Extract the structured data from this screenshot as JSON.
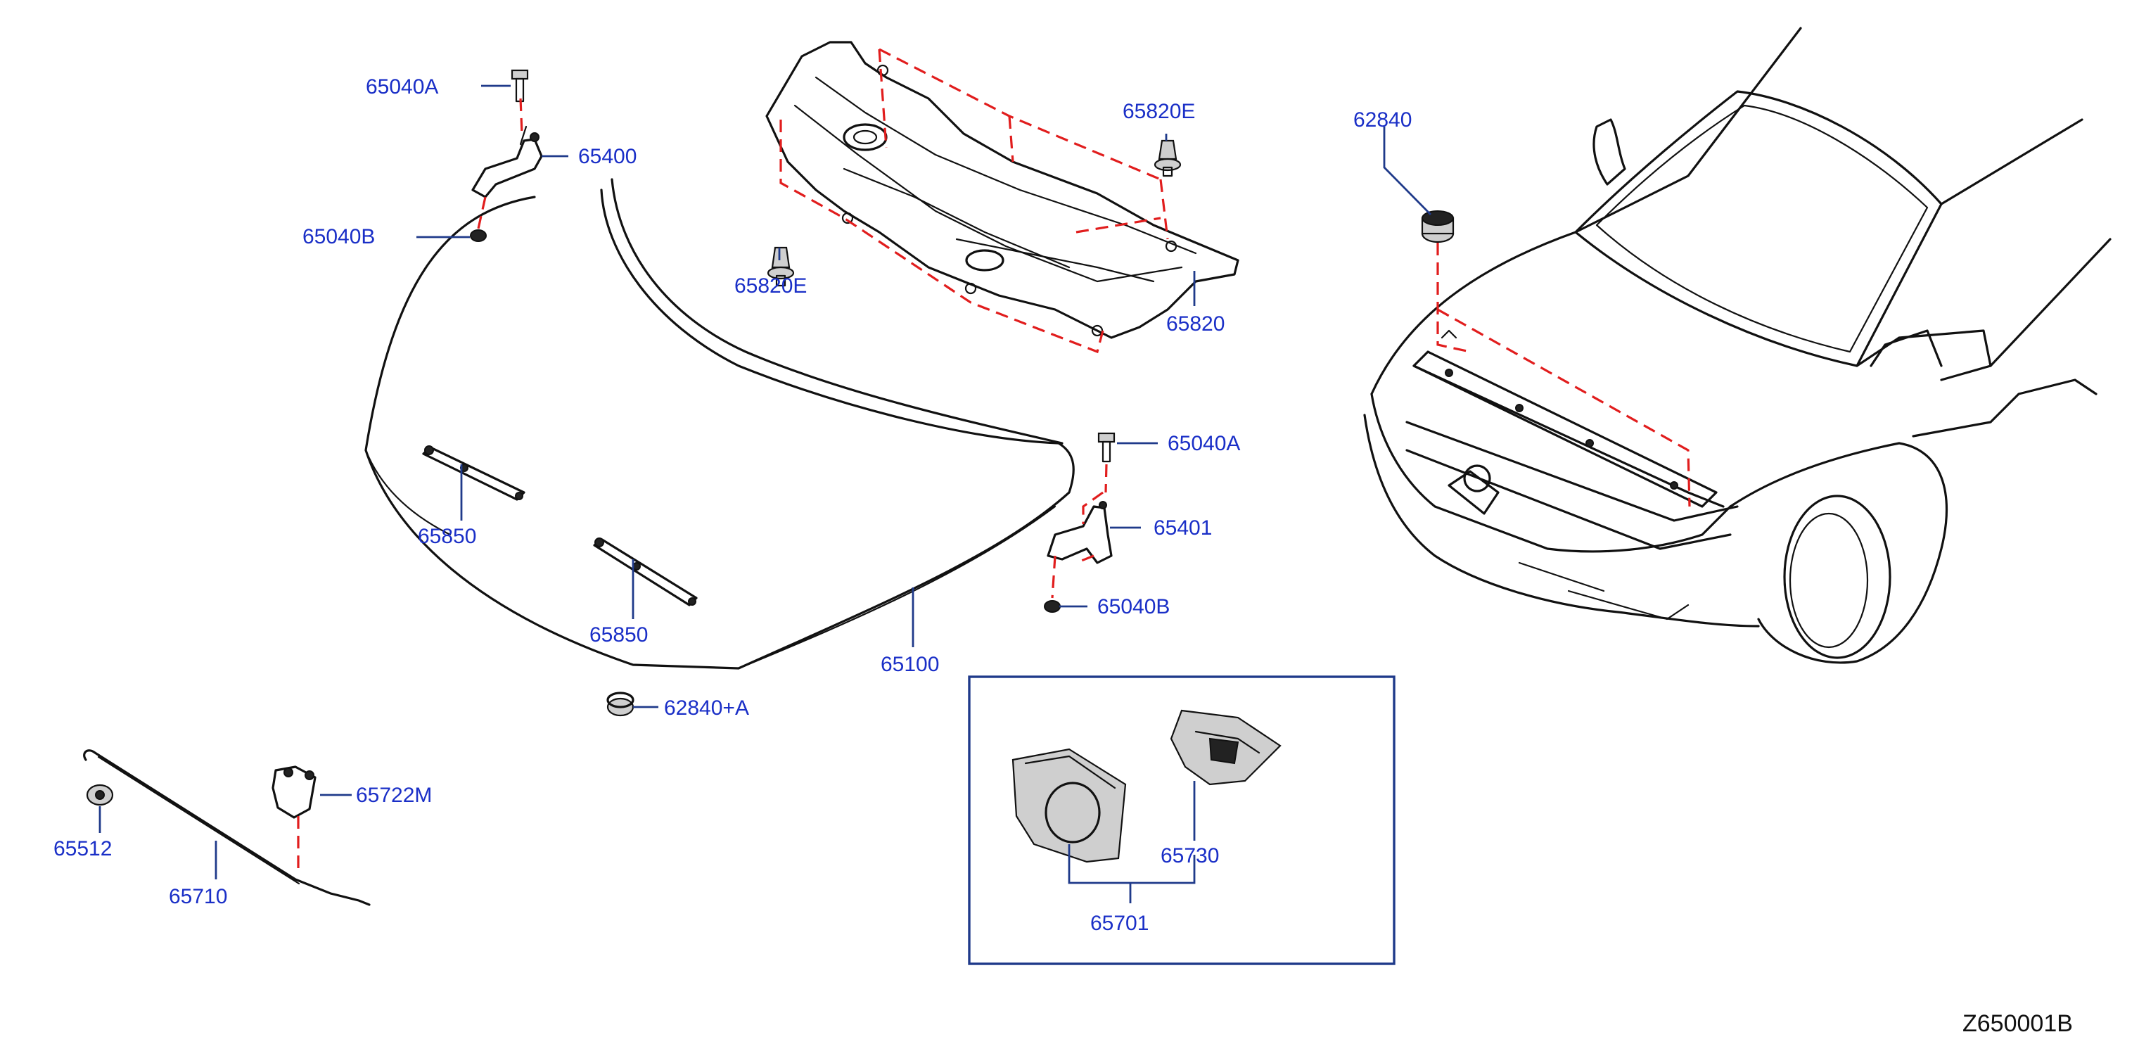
{
  "diagram": {
    "labels": {
      "p65040A_top": "65040A",
      "p65400": "65400",
      "p65040B_top": "65040B",
      "p65820E_right": "65820E",
      "p65820E_left": "65820E",
      "p65820": "65820",
      "p62840": "62840",
      "p65850_a": "65850",
      "p65850_b": "65850",
      "p65040A_mid": "65040A",
      "p65401": "65401",
      "p65040B_mid": "65040B",
      "p65100": "65100",
      "p62840A": "62840+A",
      "p65722M": "65722M",
      "p65512": "65512",
      "p65710": "65710",
      "p65730": "65730",
      "p65701": "65701"
    },
    "diagram_code": "Z650001B",
    "colors": {
      "label": "#1a2fc7",
      "leader": "#1f3a8a",
      "dashed_link": "#e11d1d",
      "line_art": "#111111"
    }
  }
}
